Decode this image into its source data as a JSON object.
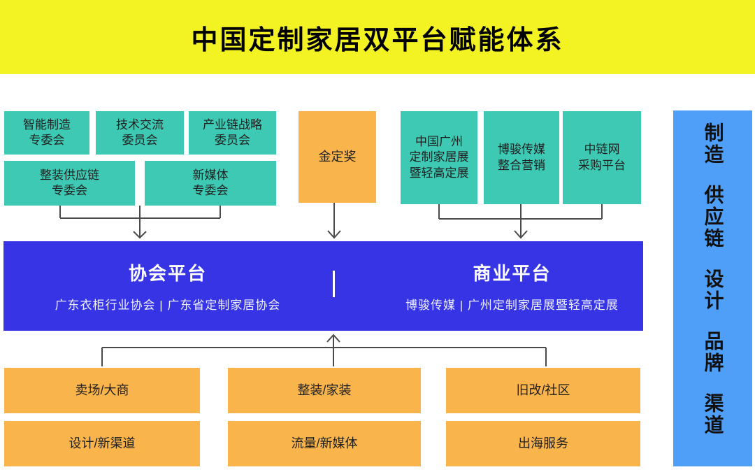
{
  "title": "中国定制家居双平台赋能体系",
  "colors": {
    "banner_yellow": "#f3f223",
    "teal": "#3dc9b3",
    "orange": "#fab44c",
    "platform_blue": "#3634e4",
    "value_chain_blue": "#4f9ef7",
    "connector_gray": "#4a4a4a",
    "band_text": "#ffffff",
    "box_text": "#1f1f1f"
  },
  "committees": {
    "row1": [
      {
        "label": "智能制造\n专委会"
      },
      {
        "label": "技术交流\n委员会"
      },
      {
        "label": "产业链战略\n委员会"
      }
    ],
    "row2": [
      {
        "label": "整装供应链\n专委会"
      },
      {
        "label": "新媒体\n专委会"
      }
    ]
  },
  "award": {
    "label": "金定奖"
  },
  "commercial_units": [
    {
      "label": "中国广州\n定制家居展\n暨轻高定展"
    },
    {
      "label": "博骏传媒\n整合营销"
    },
    {
      "label": "中链网\n采购平台"
    }
  ],
  "platform_band": {
    "association": {
      "title": "协会平台",
      "subtitle": "广东衣柜行业协会 | 广东省定制家居协会"
    },
    "commercial": {
      "title": "商业平台",
      "subtitle": "博骏传媒 | 广州定制家居展暨轻高定展"
    }
  },
  "channels": {
    "row1": [
      {
        "label": "卖场/大商"
      },
      {
        "label": "整装/家装"
      },
      {
        "label": "旧改/社区"
      }
    ],
    "row2": [
      {
        "label": "设计/新渠道"
      },
      {
        "label": "流量/新媒体"
      },
      {
        "label": "出海服务"
      }
    ]
  },
  "value_chain": {
    "items": [
      {
        "word": "制造"
      },
      {
        "word": "供应链"
      },
      {
        "word": "设计"
      },
      {
        "word": "品牌"
      },
      {
        "word": "渠道"
      }
    ]
  }
}
